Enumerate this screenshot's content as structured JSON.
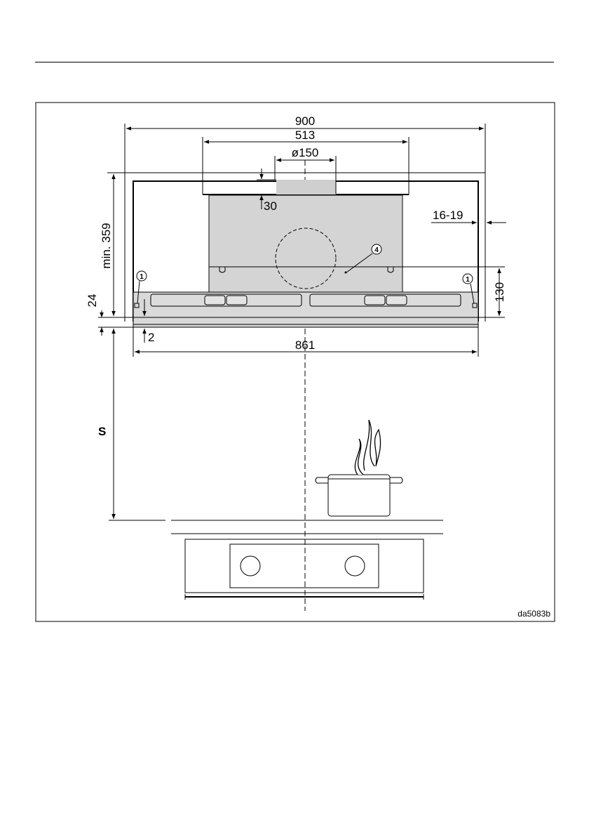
{
  "figure_id": "da5083b",
  "dimensions": {
    "overall_width": "900",
    "duct_span": "513",
    "duct_diameter": "ø150",
    "duct_height": "30",
    "side_gap": "16-19",
    "min_height": "min. 359",
    "front_panel_height": "130",
    "bottom_offset": "24",
    "panel_gap": "2",
    "panel_width": "861",
    "safety_distance": "S"
  },
  "callouts": {
    "left_fixing": "1",
    "right_fixing": "1",
    "filter_marker": "4"
  },
  "colors": {
    "ink": "#000000",
    "housing_fill": "#d4d4d4",
    "panel_fill": "#d9d9d9",
    "background": "#ffffff"
  }
}
